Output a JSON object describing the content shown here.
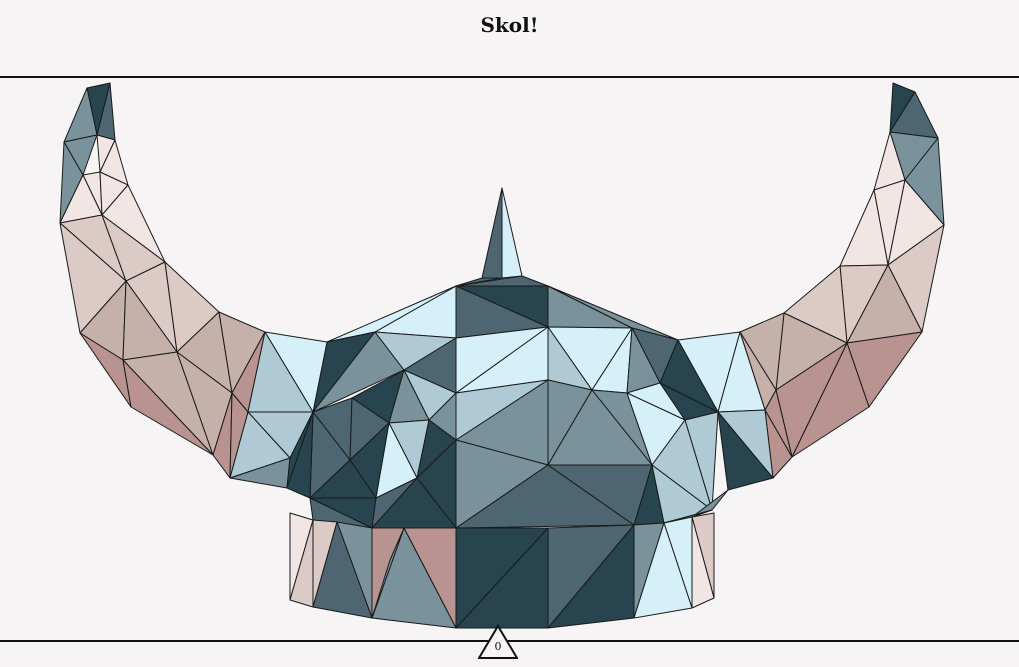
{
  "header": {
    "title": "Skol!"
  },
  "puzzle": {
    "name": "viking-helmet",
    "palette": {
      "navy": "#27444f",
      "slate": "#4d6671",
      "steel": "#7a929c",
      "pale_steel": "#afcad4",
      "ice": "#d6f0f9",
      "cream": "#f1e6e3",
      "beige": "#dccac6",
      "tan": "#c6b0aa",
      "rose": "#b89390",
      "outline": "#1a1a1a"
    }
  },
  "counter": {
    "value": "0"
  }
}
